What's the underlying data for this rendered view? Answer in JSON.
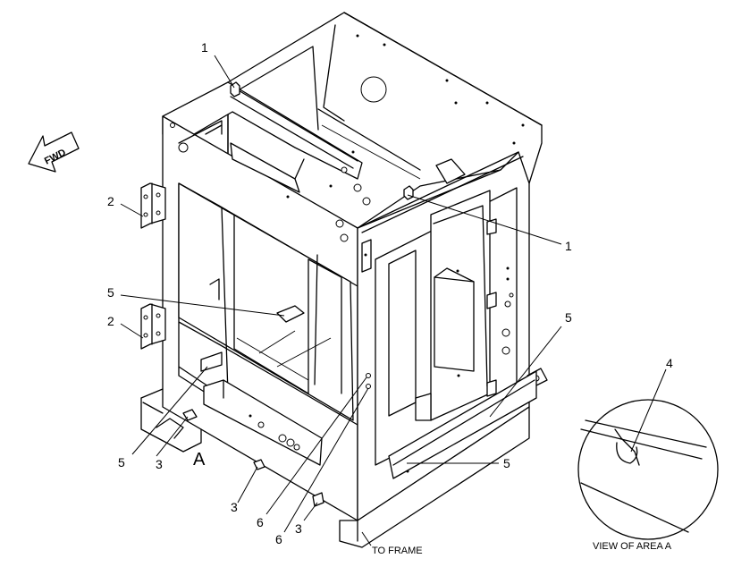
{
  "callouts": {
    "c1a": "1",
    "c1b": "1",
    "c2a": "2",
    "c2b": "2",
    "c3a": "3",
    "c3b": "3",
    "c3c": "3",
    "c4": "4",
    "c5a": "5",
    "c5b": "5",
    "c5c": "5",
    "c5d": "5",
    "c6a": "6",
    "c6b": "6"
  },
  "labels": {
    "area_letter": "A",
    "to_frame": "TO FRAME",
    "view_of_area": "VIEW OF AREA A",
    "fwd_arrow": "FWD"
  },
  "colors": {
    "line": "#000000",
    "background": "#ffffff"
  }
}
